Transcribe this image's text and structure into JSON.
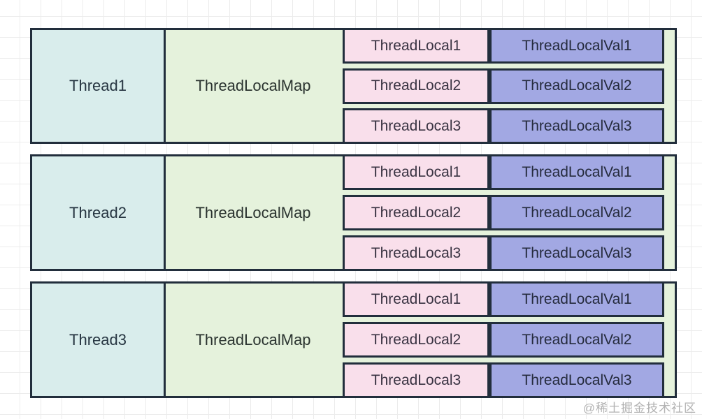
{
  "watermark": "@稀土掘金技术社区",
  "colors": {
    "thread_fill": "#d9edec",
    "map_fill": "#e5f2dc",
    "key_fill": "#f9dfeb",
    "value_fill": "#a2a8e3",
    "border": "#222e3c",
    "grid_line": "#ececec",
    "watermark_text": "#b2b2b2"
  },
  "threads": [
    {
      "name": "Thread1",
      "map_label": "ThreadLocalMap",
      "entries": [
        {
          "key": "ThreadLocal1",
          "value": "ThreadLocalVal1"
        },
        {
          "key": "ThreadLocal2",
          "value": "ThreadLocalVal2"
        },
        {
          "key": "ThreadLocal3",
          "value": "ThreadLocalVal3"
        }
      ]
    },
    {
      "name": "Thread2",
      "map_label": "ThreadLocalMap",
      "entries": [
        {
          "key": "ThreadLocal1",
          "value": "ThreadLocalVal1"
        },
        {
          "key": "ThreadLocal2",
          "value": "ThreadLocalVal2"
        },
        {
          "key": "ThreadLocal3",
          "value": "ThreadLocalVal3"
        }
      ]
    },
    {
      "name": "Thread3",
      "map_label": "ThreadLocalMap",
      "entries": [
        {
          "key": "ThreadLocal1",
          "value": "ThreadLocalVal1"
        },
        {
          "key": "ThreadLocal2",
          "value": "ThreadLocalVal2"
        },
        {
          "key": "ThreadLocal3",
          "value": "ThreadLocalVal3"
        }
      ]
    }
  ]
}
